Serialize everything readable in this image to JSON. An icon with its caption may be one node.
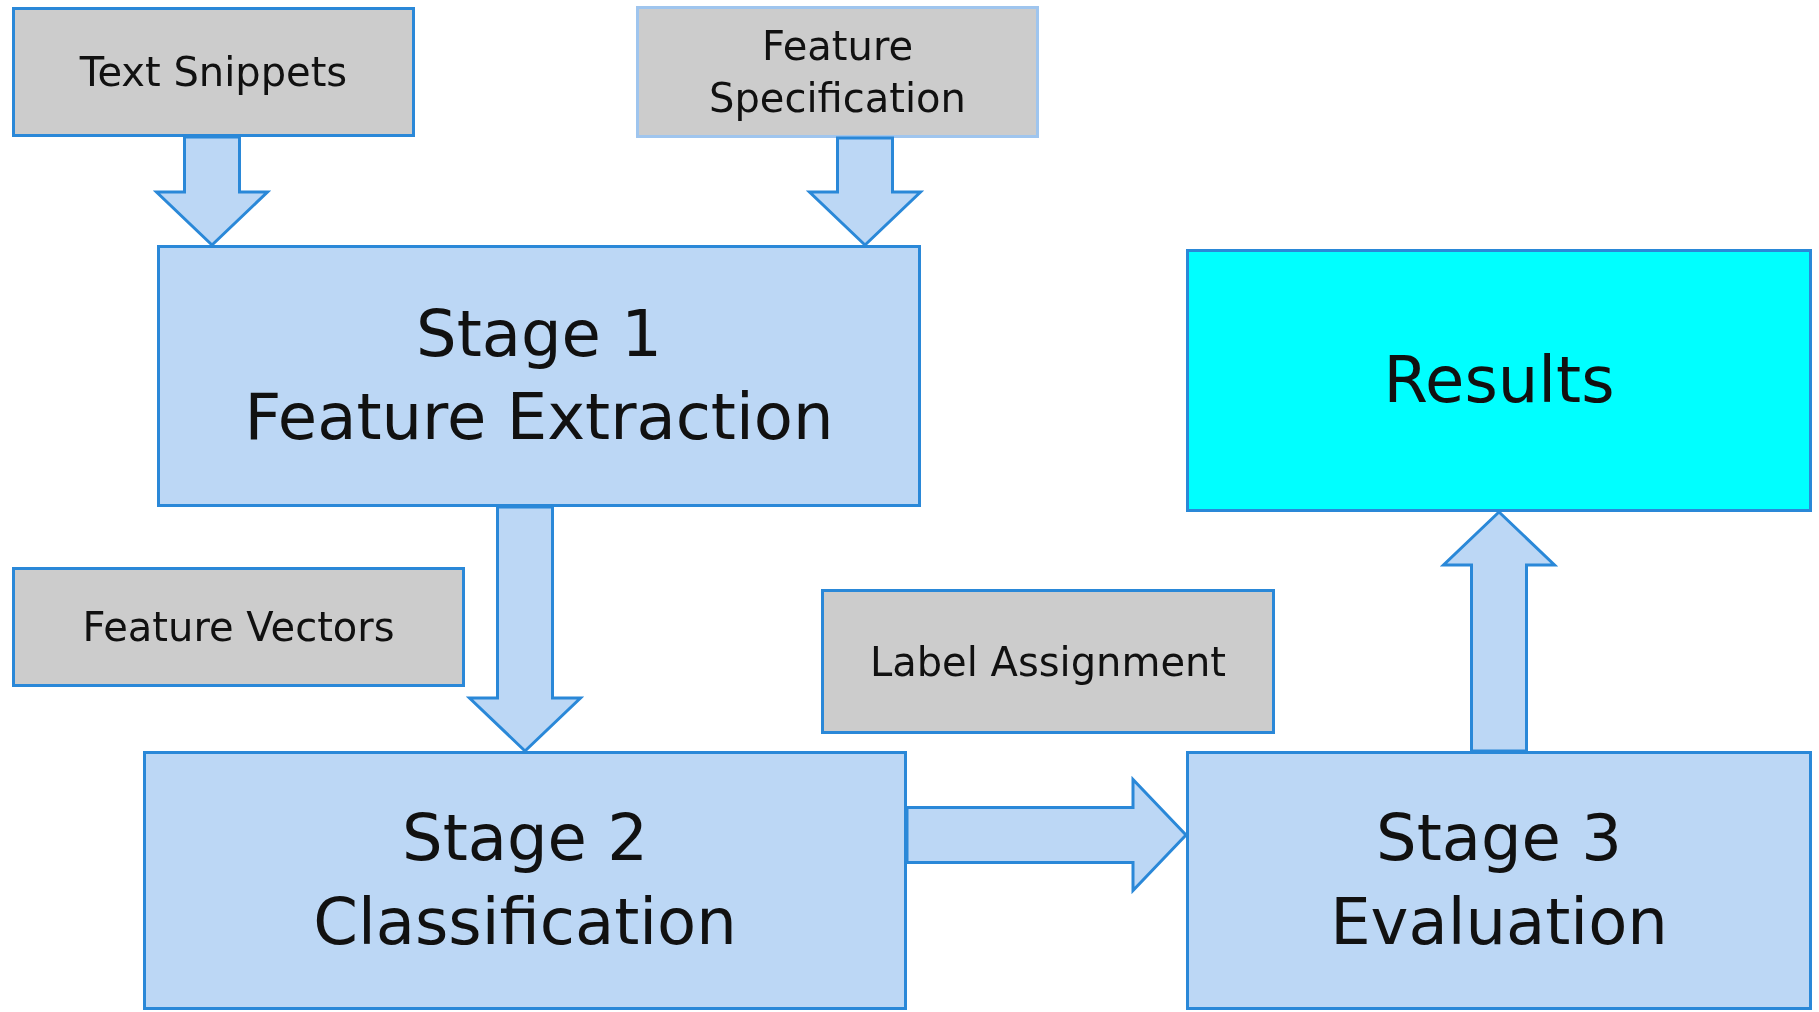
{
  "diagram": {
    "nodes": [
      {
        "text": [
          "Text Snippets"
        ]
      },
      {
        "text": [
          "Feature Specification"
        ]
      },
      {
        "text": [
          "Stage 1",
          "Feature Extraction"
        ]
      },
      {
        "text": [
          "Results"
        ]
      },
      {
        "text": [
          "Feature Vectors"
        ]
      },
      {
        "text": [
          "Label Assignment"
        ]
      },
      {
        "text": [
          "Stage 2",
          "Classification"
        ]
      },
      {
        "text": [
          "Stage 3",
          "Evaluation"
        ]
      }
    ],
    "edges": [
      {
        "from": 0,
        "to": 2,
        "arrow": "to"
      },
      {
        "from": 1,
        "to": 2,
        "arrow": "to"
      },
      {
        "from": 2,
        "to": 6,
        "arrow": "to"
      },
      {
        "from": 6,
        "to": 7,
        "arrow": "to"
      },
      {
        "from": 7,
        "to": 3,
        "arrow": "to"
      }
    ]
  }
}
